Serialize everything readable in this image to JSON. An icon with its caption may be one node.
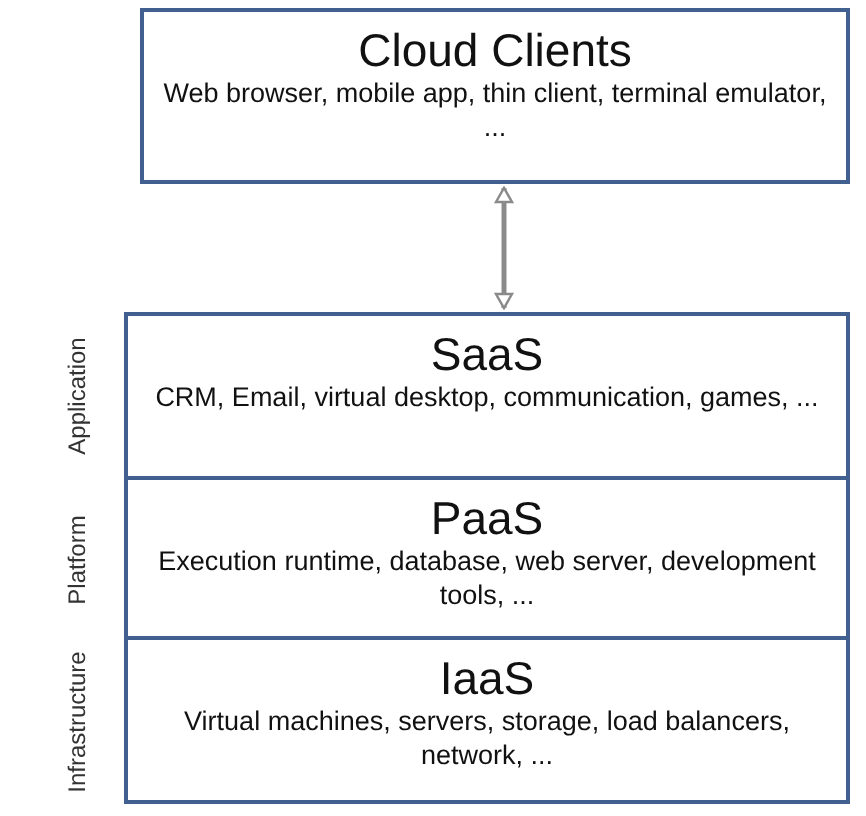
{
  "diagram": {
    "nodes": [
      {
        "text": [
          "Cloud Clients",
          "Web browser, mobile app, thin client, terminal emulator, ..."
        ]
      },
      {
        "text": [
          "SaaS",
          "CRM, Email, virtual desktop, communication, games, ..."
        ],
        "beside": [
          "Application"
        ]
      },
      {
        "text": [
          "PaaS",
          "Execution runtime, database, web server, development tools, ..."
        ],
        "beside": [
          "Platform"
        ]
      },
      {
        "text": [
          "IaaS",
          "Virtual machines, servers, storage, load balancers, network, ..."
        ],
        "beside": [
          "Infrastructure"
        ]
      }
    ],
    "edges": [
      {
        "from": 0,
        "to": 1,
        "arrow": "both"
      }
    ]
  }
}
